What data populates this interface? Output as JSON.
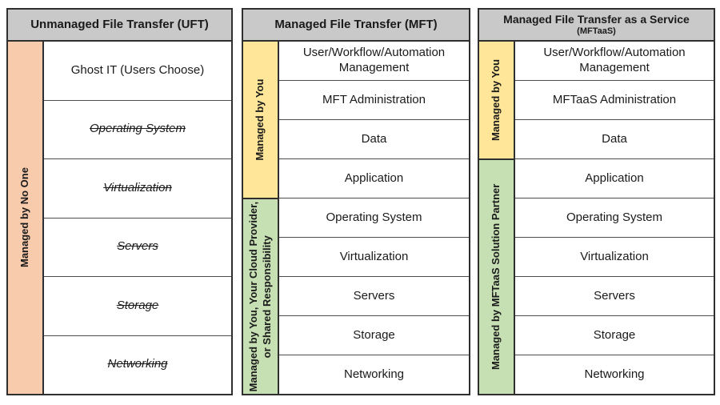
{
  "colors": {
    "header_bg": "#c9c9c9",
    "peach": "#f8cbad",
    "yellow": "#ffe699",
    "green": "#c6e0b4",
    "border": "#2f2f2f",
    "row_line": "#4d4d4d",
    "text": "#1a1a1a"
  },
  "tables": [
    {
      "title": "Unmanaged File Transfer (UFT)",
      "sidebars": [
        {
          "label": "Managed by No One",
          "color": "#f8cbad",
          "row_span": 6
        }
      ],
      "rows": [
        {
          "label": "Ghost IT (Users Choose)",
          "struck": false
        },
        {
          "label": "Operating System",
          "struck": true
        },
        {
          "label": "Virtualization",
          "struck": true
        },
        {
          "label": "Servers",
          "struck": true
        },
        {
          "label": "Storage",
          "struck": true
        },
        {
          "label": "Networking",
          "struck": true
        }
      ]
    },
    {
      "title": "Managed File Transfer (MFT)",
      "sidebars": [
        {
          "label": "Managed by You",
          "color": "#ffe699",
          "row_span": 4
        },
        {
          "label": "Managed by You, Your Cloud Provider, or Shared Responsibility",
          "color": "#c6e0b4",
          "row_span": 5
        }
      ],
      "rows": [
        {
          "label": "User/Workflow/Automation Management",
          "struck": false
        },
        {
          "label": "MFT Administration",
          "struck": false
        },
        {
          "label": "Data",
          "struck": false
        },
        {
          "label": "Application",
          "struck": false
        },
        {
          "label": "Operating System",
          "struck": false
        },
        {
          "label": "Virtualization",
          "struck": false
        },
        {
          "label": "Servers",
          "struck": false
        },
        {
          "label": "Storage",
          "struck": false
        },
        {
          "label": "Networking",
          "struck": false
        }
      ]
    },
    {
      "title": "Managed File Transfer as a Service",
      "subtitle": "(MFTaaS)",
      "sidebars": [
        {
          "label": "Managed by You",
          "color": "#ffe699",
          "row_span": 3
        },
        {
          "label": "Managed by MFTaaS Solution Partner",
          "color": "#c6e0b4",
          "row_span": 6
        }
      ],
      "rows": [
        {
          "label": "User/Workflow/Automation Management",
          "struck": false
        },
        {
          "label": "MFTaaS Administration",
          "struck": false
        },
        {
          "label": "Data",
          "struck": false
        },
        {
          "label": "Application",
          "struck": false
        },
        {
          "label": "Operating System",
          "struck": false
        },
        {
          "label": "Virtualization",
          "struck": false
        },
        {
          "label": "Servers",
          "struck": false
        },
        {
          "label": "Storage",
          "struck": false
        },
        {
          "label": "Networking",
          "struck": false
        }
      ]
    }
  ]
}
